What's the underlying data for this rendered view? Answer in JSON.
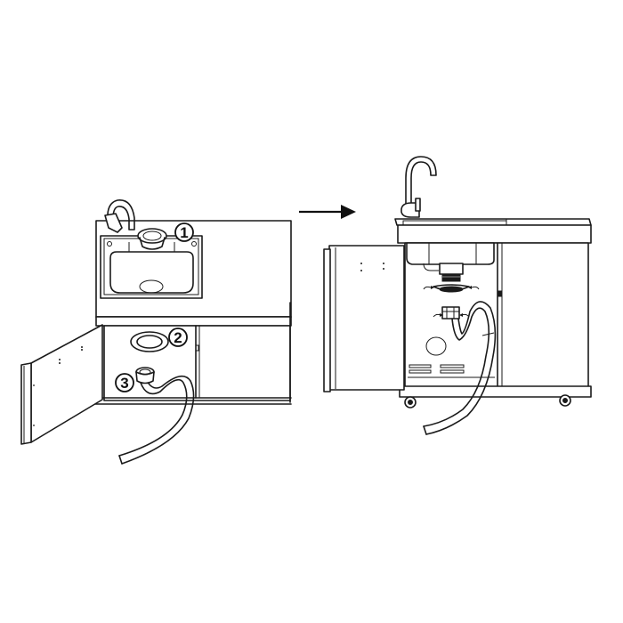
{
  "diagram": {
    "type": "assembly-instruction",
    "background": "#ffffff",
    "line_color": "#1a1a1a",
    "steps": [
      {
        "number": "1",
        "part": "sink-drain-strainer"
      },
      {
        "number": "2",
        "part": "rubber-gasket"
      },
      {
        "number": "3",
        "part": "drain-nut-with-hose"
      }
    ],
    "panels": [
      {
        "id": "before",
        "label": "Exploded view: sink cabinet with door open, parts 1-3 shown"
      },
      {
        "id": "after",
        "label": "Assembled view: faucet installed, drain connected with hose"
      }
    ],
    "arrow": {
      "direction": "right"
    }
  },
  "callouts": {
    "one": "1",
    "two": "2",
    "three": "3"
  }
}
